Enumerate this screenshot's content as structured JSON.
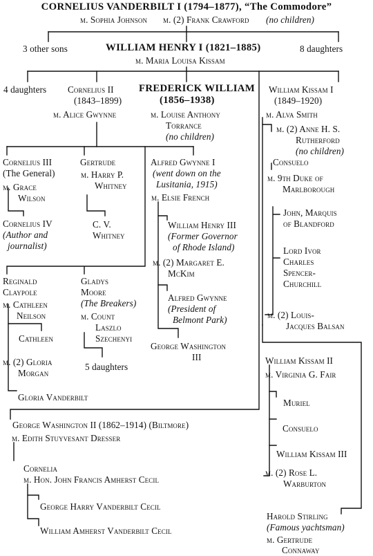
{
  "commodore": {
    "name": "CORNELIUS VANDERBILT I (1794–1877), “The Commodore”",
    "spouse1": "m. Sophia Johnson",
    "spouse2": "m. (2) Frank Crawford",
    "spouse2_note": "(no children)",
    "other_sons": "3 other sons",
    "daughters": "8 daughters"
  },
  "william_henry_i": {
    "name": "WILLIAM HENRY I (1821–1885)",
    "spouse": "m. Maria Louisa Kissam"
  },
  "gen2": {
    "daughters": "4 daughters",
    "cornelius_ii": {
      "name": "Cornelius II",
      "dates": "(1843–1899)",
      "spouse": "m. Alice Gwynne"
    },
    "frederick": {
      "name": "FREDERICK WILLIAM",
      "dates": "(1856–1938)",
      "spouse_l1": "m. Louise Anthony",
      "spouse_l2": "Torrance",
      "note": "(no children)"
    },
    "william_kissam_i": {
      "name": "William Kissam I",
      "dates": "(1849–1920)",
      "spouse": "m. Alva Smith",
      "spouse2_l1": "m. (2) Anne H. S.",
      "spouse2_l2": "Rutherford",
      "spouse2_note": "(no children)"
    }
  },
  "cornelius_ii_children": {
    "cornelius_iii": {
      "name": "Cornelius III",
      "note": "(The General)",
      "spouse_l1": "m. Grace",
      "spouse_l2": "Wilson"
    },
    "cornelius_iv": {
      "name": "Cornelius IV",
      "note_l1": "(Author and",
      "note_l2": "journalist)"
    },
    "gertrude": {
      "name": "Gertrude",
      "spouse_l1": "m. Harry P.",
      "spouse_l2": "Whitney"
    },
    "cv_whitney": {
      "l1": "C. V.",
      "l2": "Whitney"
    },
    "alfred": {
      "name": "Alfred Gwynne I",
      "note_l1": "(went down on the",
      "note_l2": "Lusitania, 1915)",
      "spouse": "m. Elsie French"
    },
    "william_henry_iii": {
      "name": "William Henry III",
      "note_l1": "(Former Governor",
      "note_l2": "of Rhode Island)"
    },
    "alfred_spouse2": {
      "l1": "m. (2) Margaret E.",
      "l2": "McKim"
    },
    "alfred_gwynne": {
      "name": "Alfred Gwynne",
      "note_l1": "(President of",
      "note_l2": "Belmont Park)"
    },
    "gw_iii": {
      "l1": "George Washington",
      "l2": "III"
    },
    "reginald": {
      "name_l1": "Reginald",
      "name_l2": "Claypole",
      "spouse_l1": "m. Cathleen",
      "spouse_l2": "Neilson",
      "spouse2_l1": "m. (2) Gloria",
      "spouse2_l2": "Morgan"
    },
    "cathleen": "Cathleen",
    "gloria": "Gloria Vanderbilt",
    "gladys": {
      "name_l1": "Gladys",
      "name_l2": "Moore",
      "note": "(The Breakers)",
      "spouse_l1": "m. Count",
      "spouse_l2": "Laszlo",
      "spouse_l3": "Szechenyi",
      "daughters": "5 daughters"
    }
  },
  "william_kissam_children": {
    "consuelo": {
      "name": "Consuelo",
      "spouse_l1": "m. 9th Duke of",
      "spouse_l2": "Marlborough",
      "spouse2_l1": "m. (2) Louis-",
      "spouse2_l2": "Jacques Balsan"
    },
    "john": {
      "l1": "John, Marquis",
      "l2": "of Blandford"
    },
    "ivor": {
      "l1": "Lord Ivor",
      "l2": "Charles",
      "l3": "Spencer-",
      "l4": "Churchill"
    },
    "wk_ii": {
      "name": "William Kissam II",
      "spouse": "m. Virginia G. Fair",
      "spouse2_l1": "m. (2) Rose L.",
      "spouse2_l2": "Warburton"
    },
    "muriel": "Muriel",
    "consuelo2": "Consuelo",
    "wk_iii": "William Kissam III",
    "harold": {
      "name": "Harold Stirling",
      "note": "(Famous yachtsman)",
      "spouse_l1": "m. Gertrude",
      "spouse_l2": "Connaway"
    }
  },
  "gw_ii": {
    "name": "George Washington II (1862–1914) (Biltmore)",
    "spouse": "m. Edith Stuyvesant Dresser",
    "cornelia": "Cornelia",
    "cornelia_spouse": "m. Hon. John Francis Amherst Cecil",
    "george_harry": "George Harry Vanderbilt Cecil",
    "william_amherst": "William Amherst Vanderbilt Cecil"
  }
}
